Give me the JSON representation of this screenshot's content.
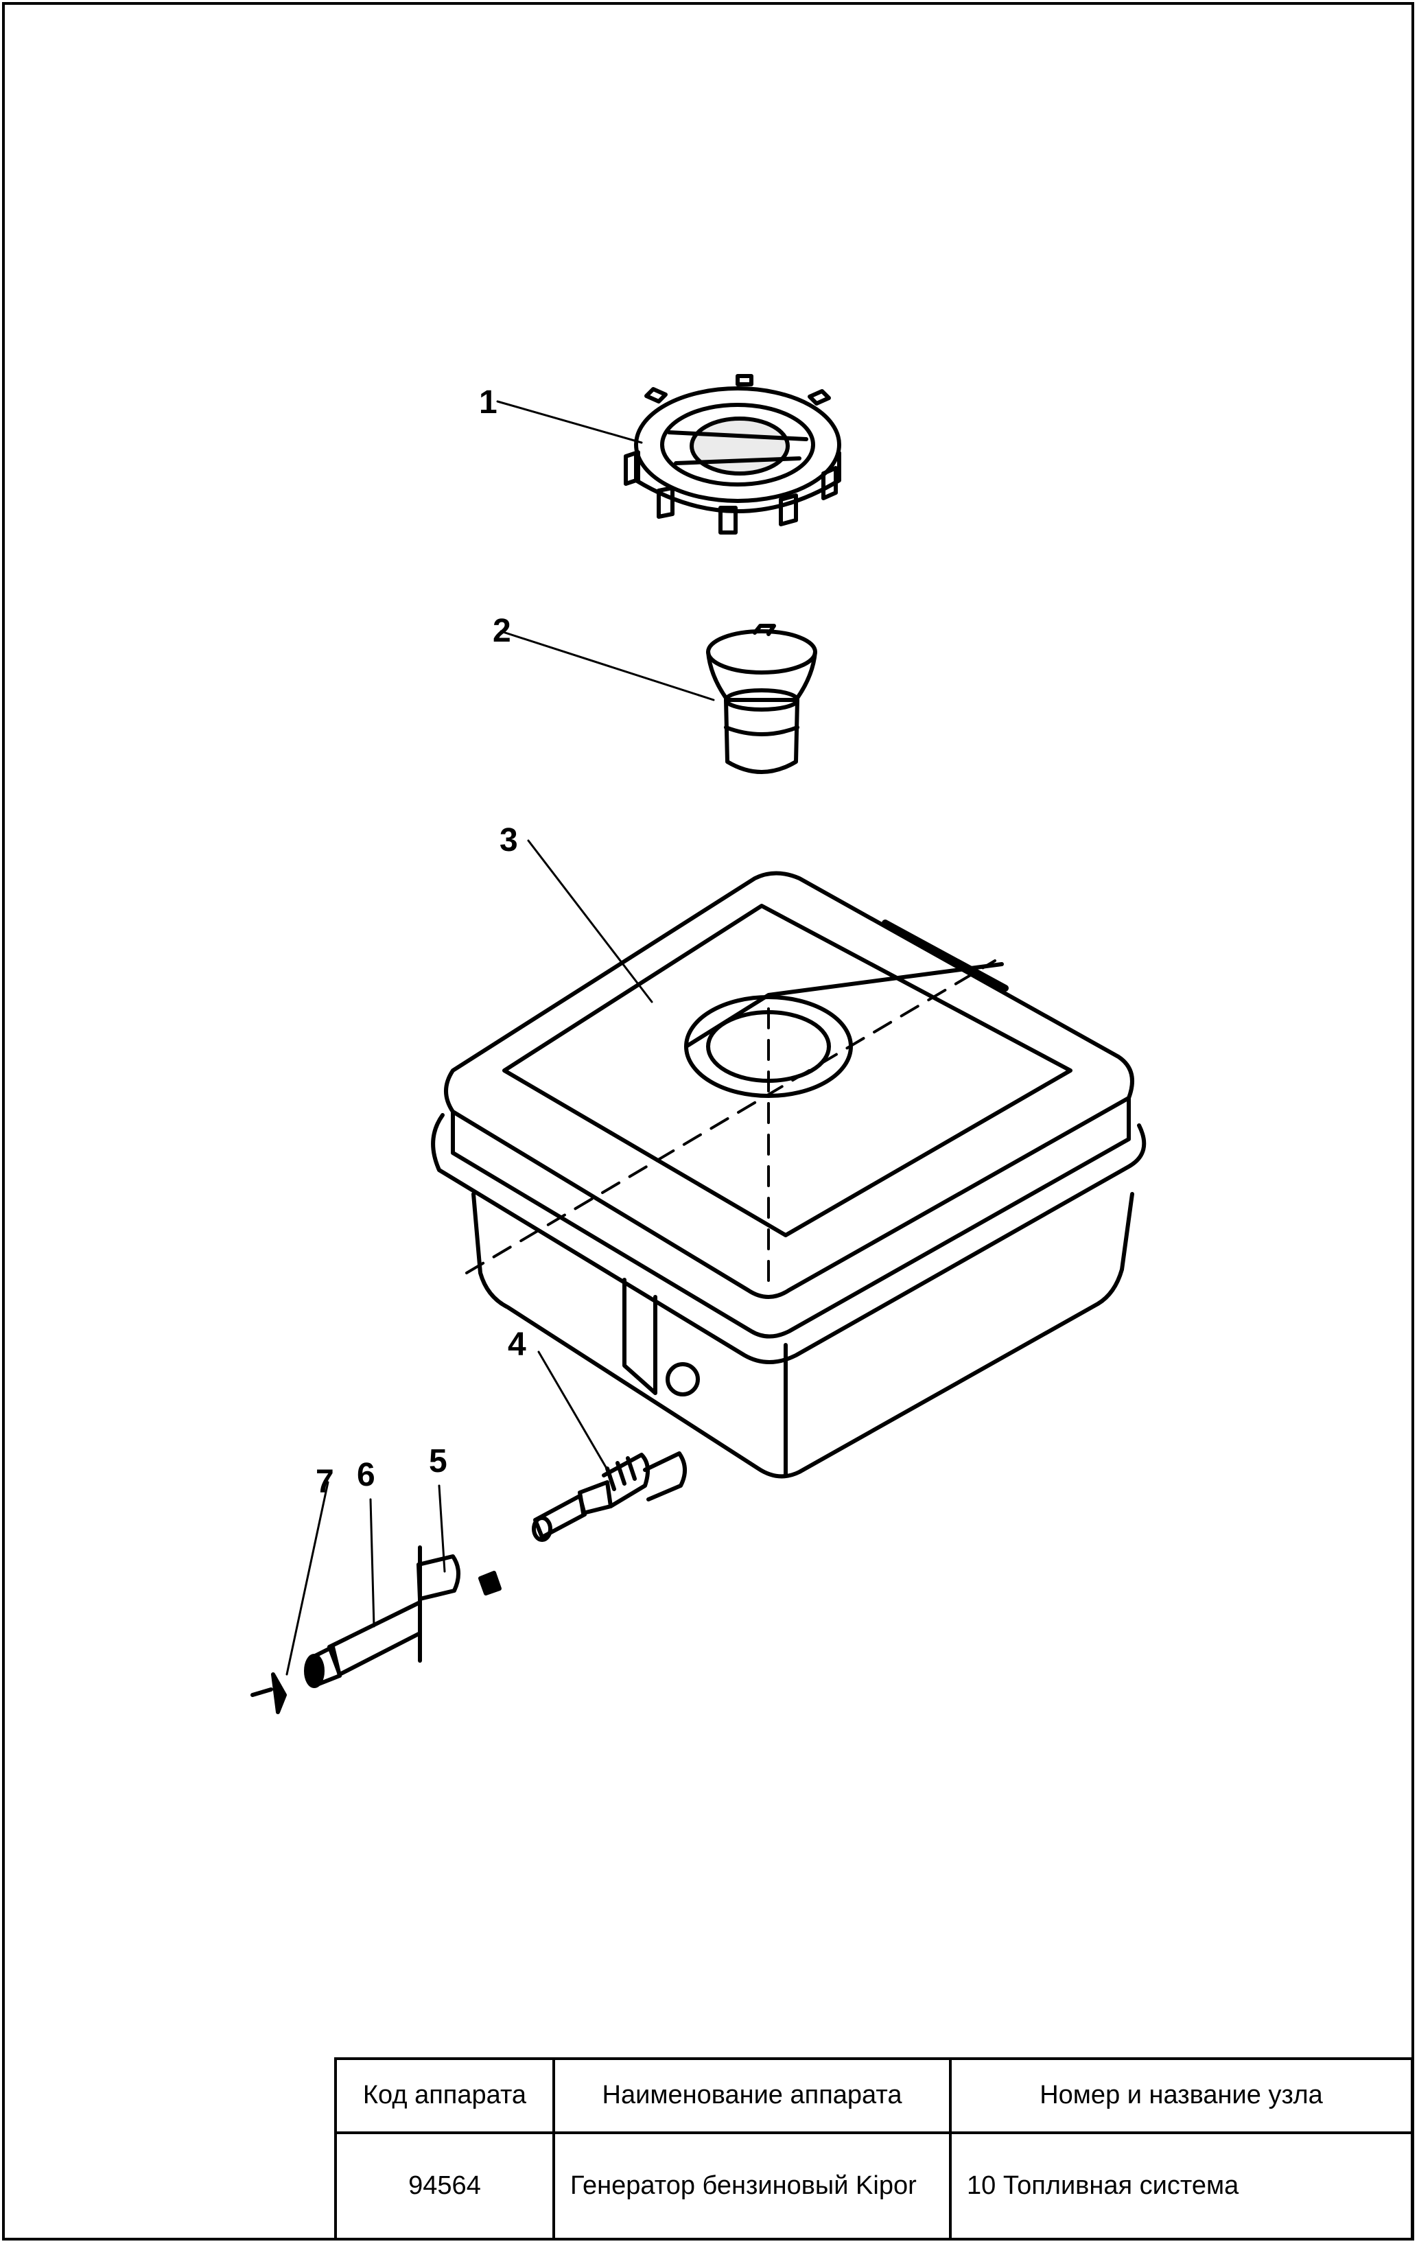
{
  "diagram": {
    "callouts": [
      {
        "id": "1",
        "label": "1"
      },
      {
        "id": "2",
        "label": "2"
      },
      {
        "id": "3",
        "label": "3"
      },
      {
        "id": "4",
        "label": "4"
      },
      {
        "id": "5",
        "label": "5"
      },
      {
        "id": "6",
        "label": "6"
      },
      {
        "id": "7",
        "label": "7"
      }
    ]
  },
  "title_block": {
    "headers": {
      "code": "Код аппарата",
      "name": "Наименование аппарата",
      "unit": "Номер и название узла"
    },
    "values": {
      "code": "94564",
      "name": "Генератор бензиновый Kipor",
      "unit": "10 Топливная система"
    }
  }
}
